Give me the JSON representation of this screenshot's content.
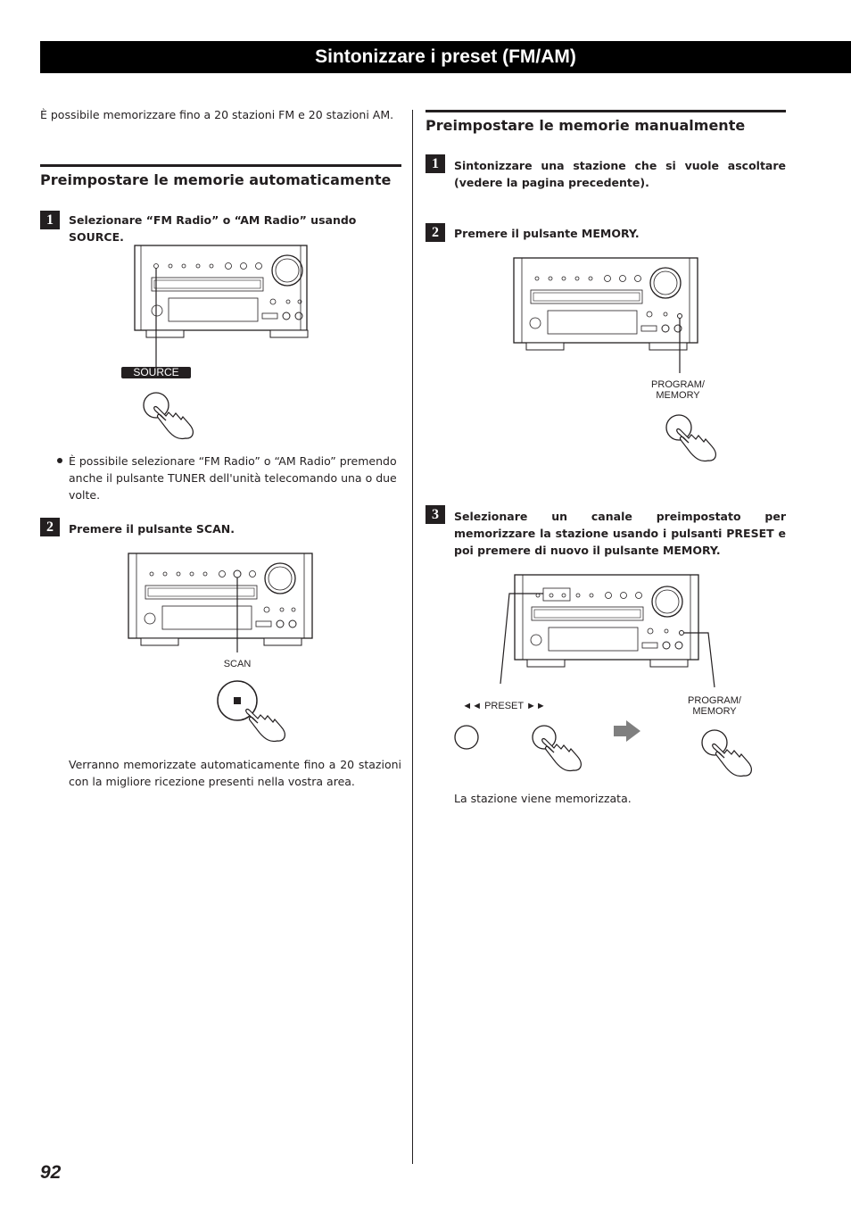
{
  "page": {
    "title": "Sintonizzare i preset (FM/AM)",
    "page_number": "92"
  },
  "left": {
    "intro": "È possibile memorizzare fino a 20 stazioni FM e 20 stazioni AM.",
    "heading": "Preimpostare le memorie automaticamente",
    "step1": {
      "num": "1",
      "text": "Selezionare “FM Radio” o “AM Radio” usando SOURCE."
    },
    "source_label": "SOURCE",
    "bullet": "È possibile selezionare “FM Radio” o “AM Radio” premendo anche il pulsante TUNER dell'unità telecomando una o due volte.",
    "step2": {
      "num": "2",
      "text": "Premere il pulsante SCAN."
    },
    "scan_label": "SCAN",
    "note": "Verranno memorizzate automaticamente fino a 20 stazioni con la migliore ricezione presenti nella vostra area."
  },
  "right": {
    "heading": "Preimpostare le memorie manualmente",
    "step1": {
      "num": "1",
      "text": "Sintonizzare una stazione che si vuole ascoltare (vedere la pagina precedente)."
    },
    "step2": {
      "num": "2",
      "text": "Premere il pulsante MEMORY."
    },
    "program_label_1": "PROGRAM/",
    "program_label_2": "MEMORY",
    "step3": {
      "num": "3",
      "text": "Selezionare un canale preimpostato per memorizzare la stazione usando i pulsanti PRESET e poi premere di nuovo il pulsante MEMORY."
    },
    "preset_label": "◄◄  PRESET  ►►",
    "result": "La stazione viene memorizzata."
  }
}
